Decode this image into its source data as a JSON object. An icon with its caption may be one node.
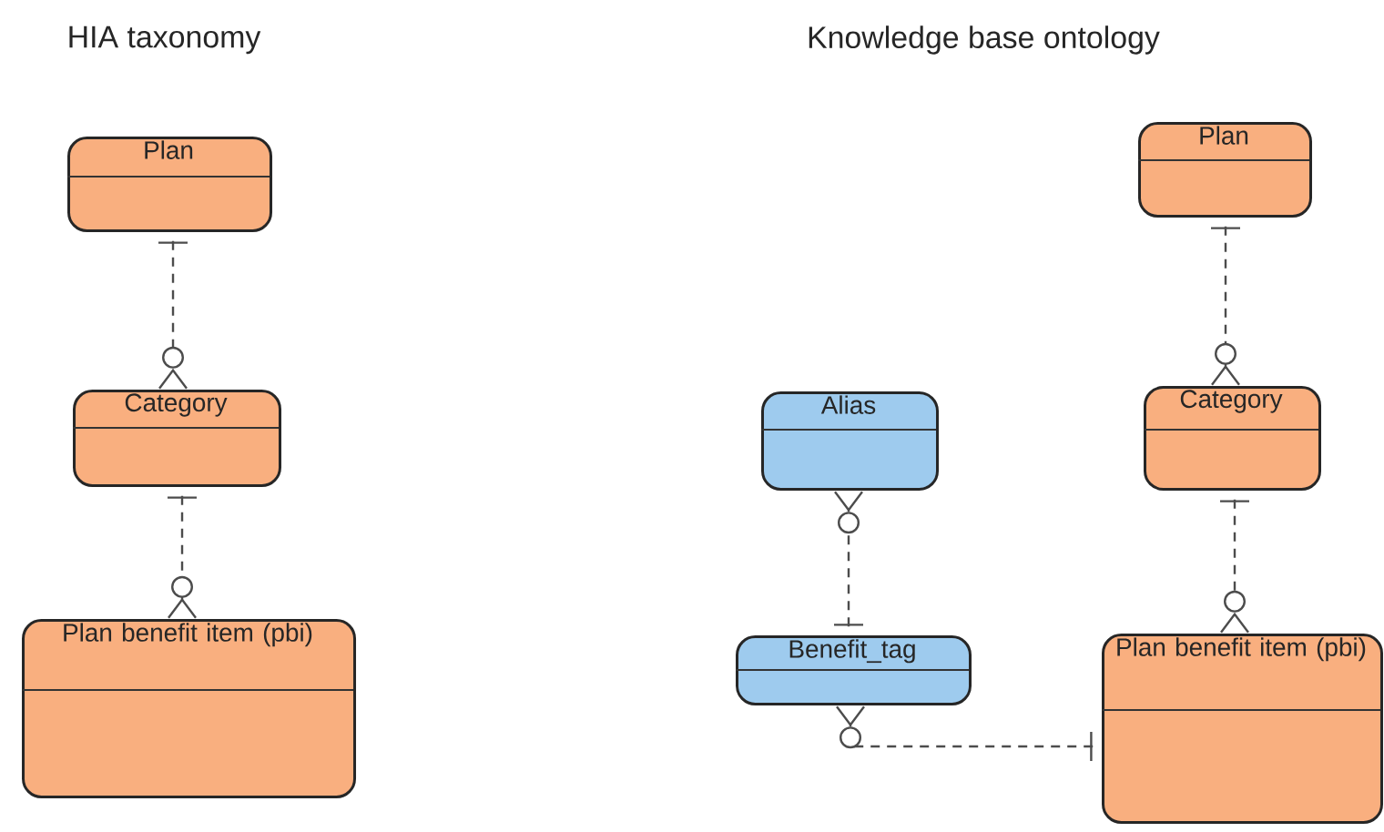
{
  "diagram": {
    "nodes": [
      {
        "text": [
          "Plan"
        ]
      },
      {
        "text": [
          "Category"
        ]
      },
      {
        "text": [
          "Plan benefit item (pbi)"
        ]
      },
      {
        "text": [
          "Plan"
        ]
      },
      {
        "text": [
          "Alias"
        ]
      },
      {
        "text": [
          "Category"
        ]
      },
      {
        "text": [
          "Benefit_tag"
        ]
      },
      {
        "text": [
          "Plan benefit item (pbi)"
        ]
      }
    ],
    "edges": [
      {
        "from": 0,
        "to": 1,
        "arrow": "other",
        "style": "dashed"
      },
      {
        "from": 1,
        "to": 2,
        "arrow": "other",
        "style": "dashed"
      },
      {
        "from": 3,
        "to": 5,
        "arrow": "other",
        "style": "dashed"
      },
      {
        "from": 5,
        "to": 7,
        "arrow": "other",
        "style": "dashed"
      },
      {
        "from": 6,
        "to": 4,
        "arrow": "other",
        "style": "dashed"
      },
      {
        "from": 7,
        "to": 6,
        "arrow": "other",
        "style": "dashed"
      }
    ],
    "labels": [
      "HIA taxonomy",
      "Knowledge base ontology"
    ]
  }
}
